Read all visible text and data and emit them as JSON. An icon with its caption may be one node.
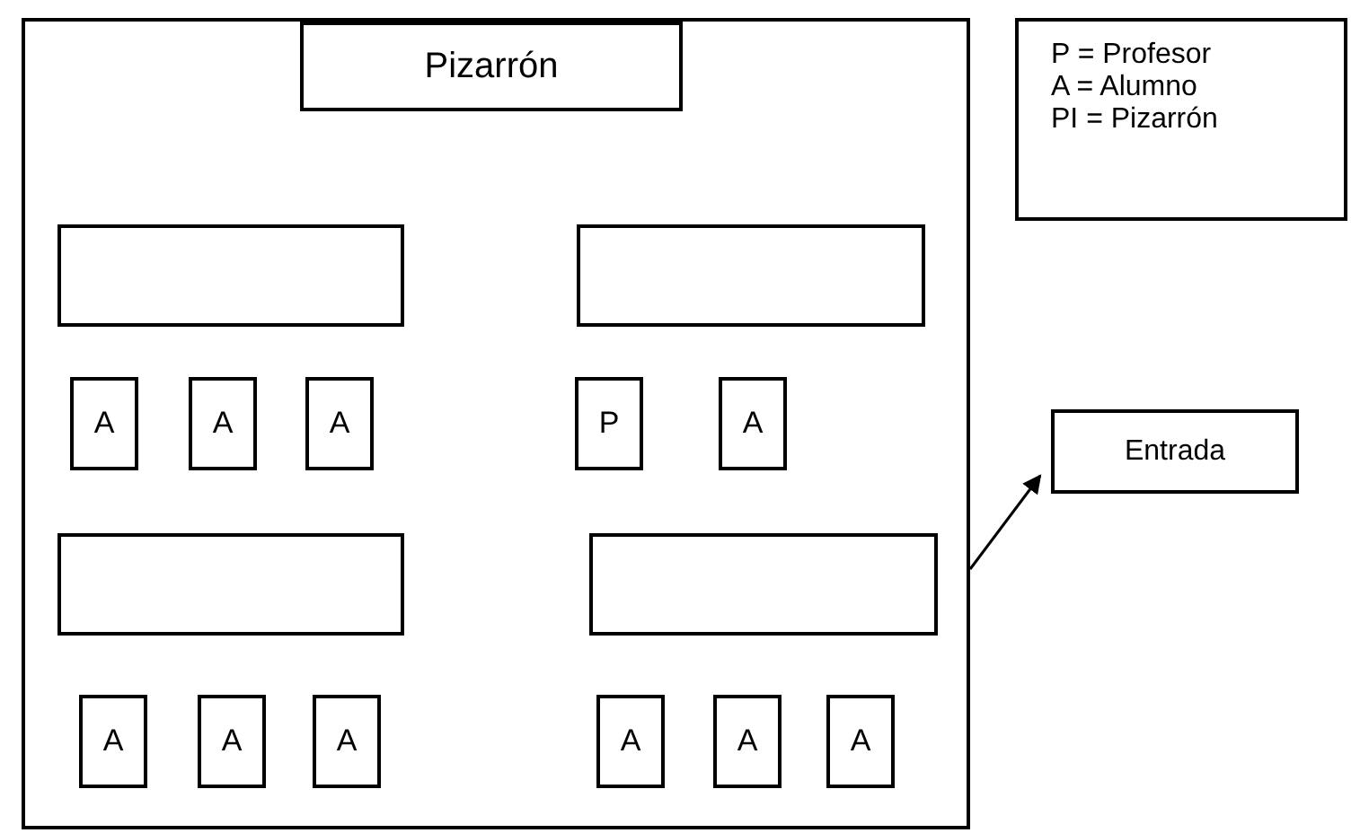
{
  "diagram": {
    "nodes": [
      {
        "text": [],
        "shape": "box"
      },
      {
        "text": [
          "Pizarrón"
        ],
        "in": 0
      },
      {
        "text": [],
        "shape": "box",
        "in": 0
      },
      {
        "text": [],
        "shape": "box",
        "in": 0
      },
      {
        "text": [
          "A"
        ],
        "in": 0
      },
      {
        "text": [
          "A"
        ],
        "in": 0
      },
      {
        "text": [
          "A"
        ],
        "in": 0
      },
      {
        "text": [
          "P"
        ],
        "in": 0
      },
      {
        "text": [
          "A"
        ],
        "in": 0
      },
      {
        "text": [],
        "shape": "box",
        "in": 0
      },
      {
        "text": [],
        "shape": "box",
        "in": 0
      },
      {
        "text": [
          "A"
        ],
        "in": 0
      },
      {
        "text": [
          "A"
        ],
        "in": 0
      },
      {
        "text": [
          "A"
        ],
        "in": 0
      },
      {
        "text": [
          "A"
        ],
        "in": 0
      },
      {
        "text": [
          "A"
        ],
        "in": 0
      },
      {
        "text": [
          "A"
        ],
        "in": 0
      },
      {
        "text": [
          "Entrada"
        ]
      },
      {
        "text": [
          "P = Profesor",
          "A = Alumno",
          "PI = Pizarrón"
        ]
      }
    ],
    "edges": [
      {
        "from": 0,
        "to": 17,
        "arrow": "to"
      }
    ]
  }
}
